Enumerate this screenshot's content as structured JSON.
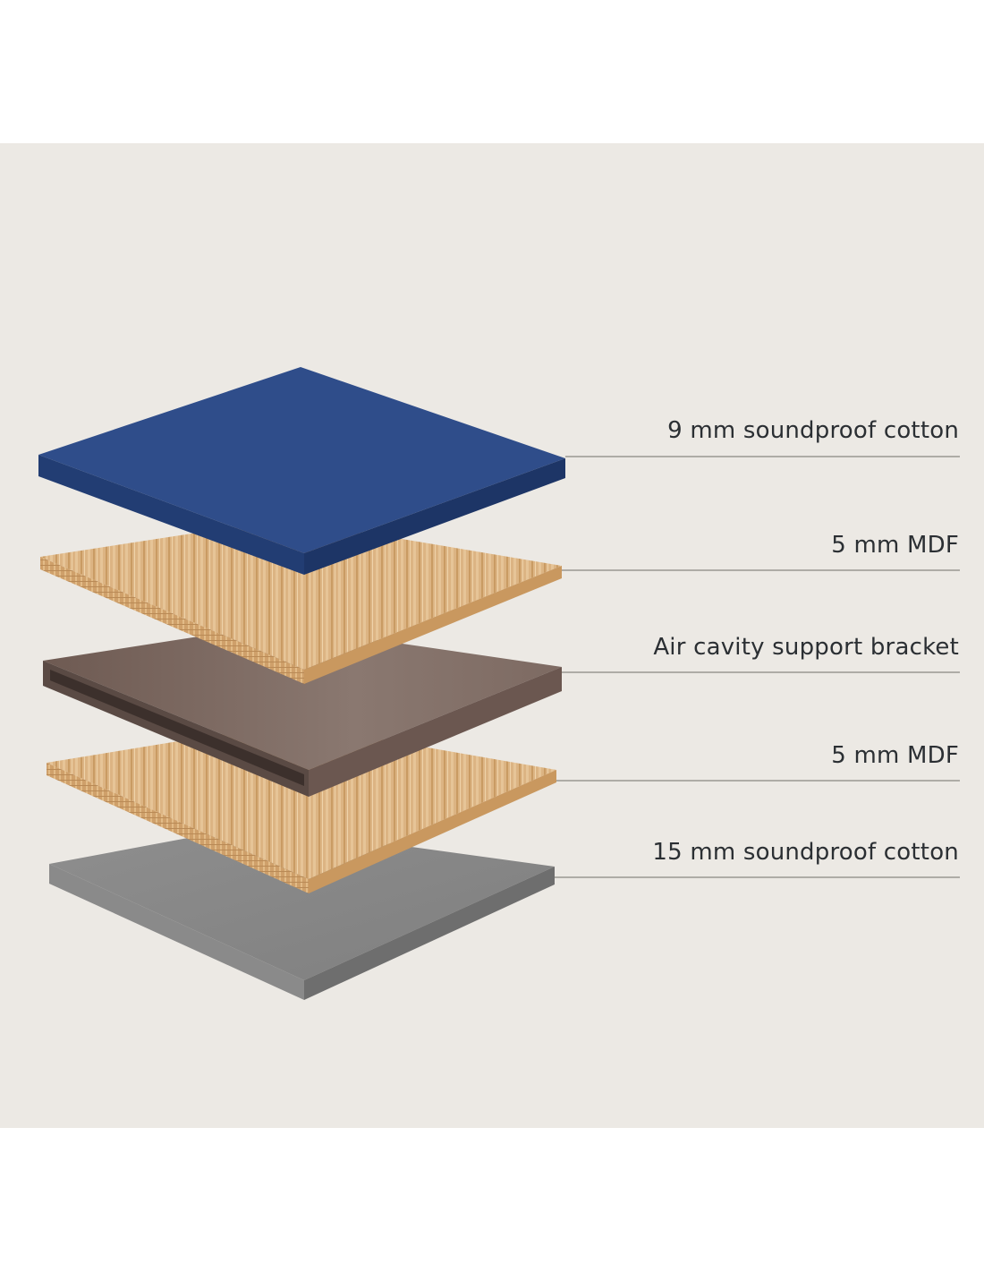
{
  "diagram": {
    "layers": [
      {
        "id": "top-cotton",
        "label": "9 mm soundproof cotton",
        "color": "#2b4a86"
      },
      {
        "id": "top-mdf",
        "label": "5 mm MDF",
        "color": "#dcb483"
      },
      {
        "id": "bracket",
        "label": "Air cavity support bracket",
        "color": "#7a655c"
      },
      {
        "id": "bottom-mdf",
        "label": "5 mm MDF",
        "color": "#dcb483"
      },
      {
        "id": "bottom-cotton",
        "label": "15 mm soundproof cotton",
        "color": "#8b8b8b"
      }
    ],
    "background_color": "#ece9e4",
    "leader_line_color": "#9a9792"
  }
}
